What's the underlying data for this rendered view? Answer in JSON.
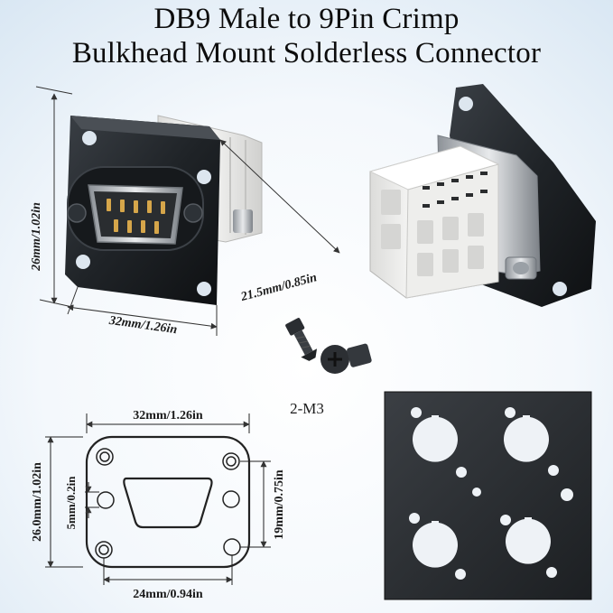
{
  "title": {
    "line1": "DB9 Male to 9Pin Crimp",
    "line2": "Bulkhead Mount Solderless Connector"
  },
  "dimensions": {
    "photo_height": "26mm/1.02in",
    "photo_width": "32mm/1.26in",
    "photo_depth": "21.5mm/0.85in",
    "drawing_width": "32mm/1.26in",
    "drawing_height": "26.0mm/1.02in",
    "drawing_small": "5mm/0.2in",
    "drawing_right": "19mm/0.75in",
    "drawing_bottom": "24mm/0.94in"
  },
  "screws_label": "2-M3",
  "colors": {
    "panel": "#262a2f",
    "housing": "#f2f2f0",
    "metal": "#c9ccd0",
    "text": "#1a1a1a"
  }
}
